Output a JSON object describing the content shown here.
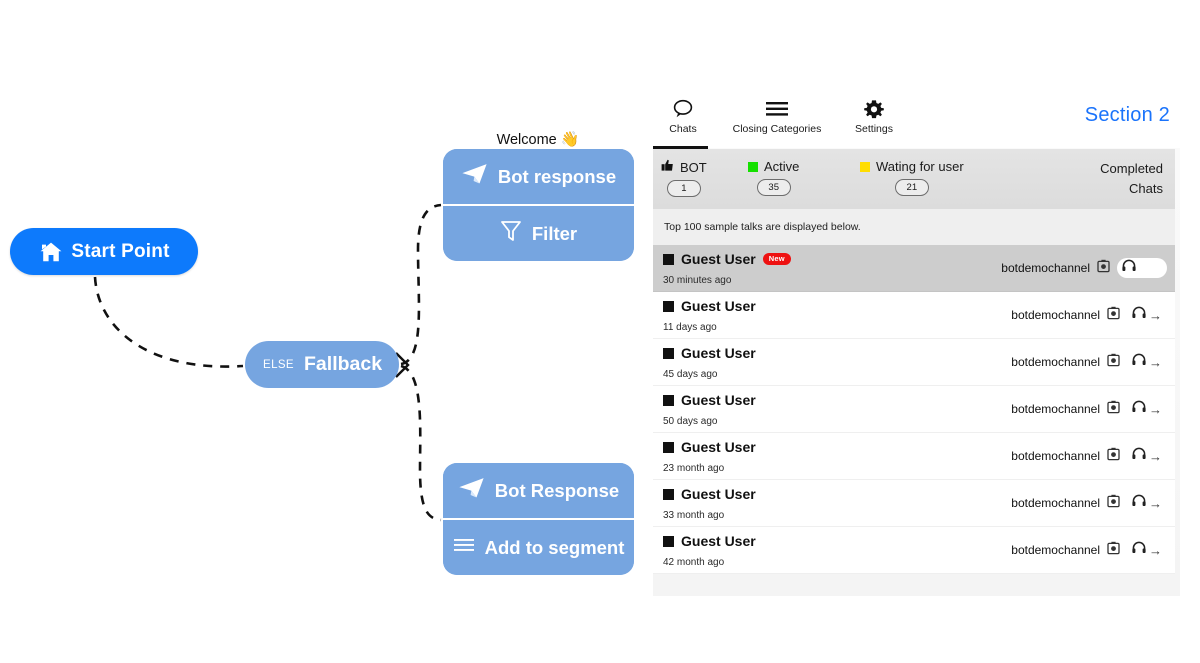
{
  "flow": {
    "start_node": {
      "label": "Start Point",
      "icon": "home-icon",
      "color": "#0d7afc"
    },
    "fallback_node": {
      "condition": "ELSE",
      "label": "Fallback",
      "color": "#76a5e0"
    },
    "welcome_caption": "Welcome",
    "welcome_emoji": "👋",
    "welcome_group": [
      {
        "label": "Bot response",
        "icon": "send-icon"
      },
      {
        "label": "Filter",
        "icon": "funnel-icon"
      }
    ],
    "fallback_group": [
      {
        "label": "Bot Response",
        "icon": "send-icon"
      },
      {
        "label": "Add to segment",
        "icon": "list-icon"
      }
    ]
  },
  "panel": {
    "section_label": "Section 2",
    "tabs": [
      {
        "label": "Chats",
        "icon": "chat-bubble-icon",
        "active": true
      },
      {
        "label": "Closing Categories",
        "icon": "hamburger-icon",
        "active": false
      },
      {
        "label": "Settings",
        "icon": "gear-icon",
        "active": false
      }
    ],
    "status": [
      {
        "label": "BOT",
        "count": "1",
        "icon": "thumbs-up-icon",
        "color": "#111111"
      },
      {
        "label": "Active",
        "count": "35",
        "icon": "square-swatch",
        "color": "#15e000"
      },
      {
        "label": "Wating for user",
        "count": "21",
        "icon": "square-swatch",
        "color": "#ffdd00"
      }
    ],
    "completed": {
      "line1": "Completed",
      "line2": "Chats"
    },
    "hint": "Top 100 sample talks are displayed below.",
    "rows": [
      {
        "name": "Guest User",
        "badge": "New",
        "time": "30 minutes ago",
        "channel": "botdemochannel",
        "selected": true,
        "arrow": ""
      },
      {
        "name": "Guest User",
        "badge": "",
        "time": "11 days ago",
        "channel": "botdemochannel",
        "selected": false,
        "arrow": "→"
      },
      {
        "name": "Guest User",
        "badge": "",
        "time": "45 days ago",
        "channel": "botdemochannel",
        "selected": false,
        "arrow": "→"
      },
      {
        "name": "Guest User",
        "badge": "",
        "time": "50 days ago",
        "channel": "botdemochannel",
        "selected": false,
        "arrow": "→"
      },
      {
        "name": "Guest User",
        "badge": "",
        "time": "23 month ago",
        "channel": "botdemochannel",
        "selected": false,
        "arrow": "→"
      },
      {
        "name": "Guest User",
        "badge": "",
        "time": "33 month ago",
        "channel": "botdemochannel",
        "selected": false,
        "arrow": "→"
      },
      {
        "name": "Guest User",
        "badge": "",
        "time": "42 month ago",
        "channel": "botdemochannel",
        "selected": false,
        "arrow": "→"
      }
    ]
  }
}
